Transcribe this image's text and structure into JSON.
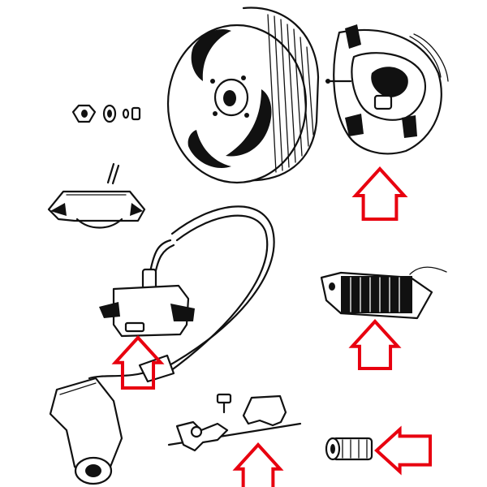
{
  "diagram": {
    "accent_color": "#e8000f",
    "ink_color": "#111111",
    "parts": [
      {
        "id": "flywheel",
        "icon": "flywheel-rotor"
      },
      {
        "id": "stator-plate",
        "icon": "stator-base-plate"
      },
      {
        "id": "nut-washer-set",
        "icon": "nut-washer-spacer"
      },
      {
        "id": "lighting-coil",
        "icon": "lighting-coil"
      },
      {
        "id": "ignition-coil",
        "icon": "ignition-coil"
      },
      {
        "id": "hv-lead",
        "icon": "high-tension-lead"
      },
      {
        "id": "plug-cap",
        "icon": "spark-plug-cap"
      },
      {
        "id": "charging-coil",
        "icon": "charging-coil"
      },
      {
        "id": "contact-breaker",
        "icon": "contact-breaker-points"
      },
      {
        "id": "spacer-sleeve",
        "icon": "spacer-sleeve"
      }
    ],
    "arrows": [
      {
        "id": "arrow-stator",
        "direction": "up",
        "points_to": "stator-plate"
      },
      {
        "id": "arrow-charging-coil",
        "direction": "up",
        "points_to": "charging-coil"
      },
      {
        "id": "arrow-ignition-coil",
        "direction": "up",
        "points_to": "ignition-coil"
      },
      {
        "id": "arrow-contact-breaker",
        "direction": "up",
        "points_to": "contact-breaker"
      },
      {
        "id": "arrow-spacer",
        "direction": "left",
        "points_to": "spacer-sleeve"
      }
    ]
  }
}
